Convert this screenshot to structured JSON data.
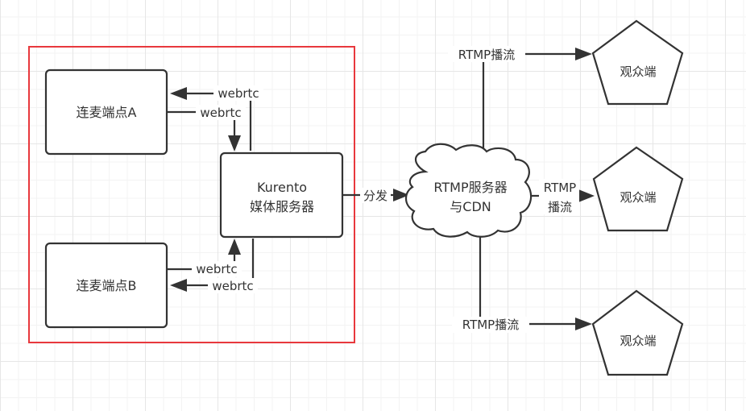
{
  "diagram": {
    "type": "architecture-flow",
    "colors": {
      "stroke": "#333333",
      "group_border": "#e8383d",
      "text": "#333333",
      "background": "#ffffff",
      "grid": "#e6e6e6"
    },
    "nodes": {
      "peer_a": {
        "label": "连麦端点A",
        "shape": "rounded-rect"
      },
      "peer_b": {
        "label": "连麦端点B",
        "shape": "rounded-rect"
      },
      "kurento": {
        "label_line1": "Kurento",
        "label_line2": "媒体服务器",
        "shape": "rounded-rect"
      },
      "rtmp_server": {
        "label_line1": "RTMP服务器",
        "label_line2": "与CDN",
        "shape": "cloud"
      },
      "viewer_top": {
        "label": "观众端",
        "shape": "pentagon"
      },
      "viewer_mid": {
        "label": "观众端",
        "shape": "pentagon"
      },
      "viewer_bottom": {
        "label": "观众端",
        "shape": "pentagon"
      }
    },
    "edges": {
      "kurento_to_a": {
        "label": "webrtc",
        "from": "kurento",
        "to": "peer_a"
      },
      "a_to_kurento": {
        "label": "webrtc",
        "from": "peer_a",
        "to": "kurento"
      },
      "b_to_kurento": {
        "label": "webrtc",
        "from": "peer_b",
        "to": "kurento"
      },
      "kurento_to_b": {
        "label": "webrtc",
        "from": "kurento",
        "to": "peer_b"
      },
      "kurento_to_rtmp": {
        "label": "分发",
        "from": "kurento",
        "to": "rtmp_server"
      },
      "rtmp_to_viewer_top": {
        "label": "RTMP播流",
        "from": "rtmp_server",
        "to": "viewer_top"
      },
      "rtmp_to_viewer_mid": {
        "label_line1": "RTMP",
        "label_line2": "播流",
        "from": "rtmp_server",
        "to": "viewer_mid"
      },
      "rtmp_to_viewer_bottom": {
        "label": "RTMP播流",
        "from": "rtmp_server",
        "to": "viewer_bottom"
      }
    },
    "groups": {
      "conference_group": {
        "members": [
          "peer_a",
          "peer_b",
          "kurento"
        ]
      }
    }
  }
}
